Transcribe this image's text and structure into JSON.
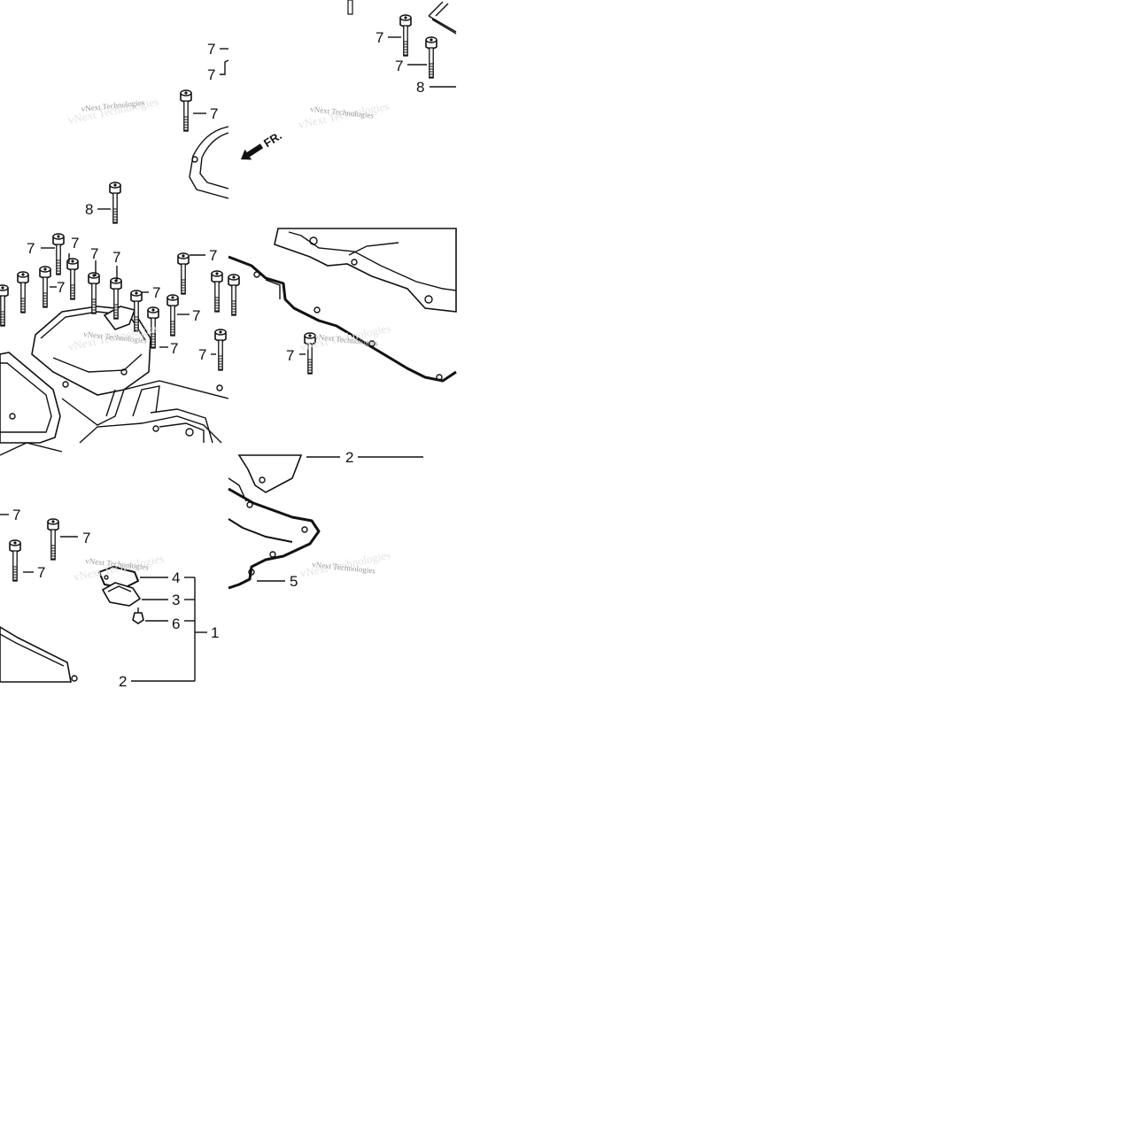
{
  "diagram": {
    "front_marker": "FR.",
    "watermark": "vNext Technologies",
    "callouts": {
      "assembly": "1",
      "cover": "2",
      "cap": "3",
      "cap_gasket": "4",
      "cover_gasket": "5",
      "cap_bolt": "6",
      "bolt": "7",
      "long_bolt": "8"
    }
  },
  "colors": {
    "line": "#111111",
    "background": "#ffffff",
    "watermark": "#9a9a9a"
  }
}
